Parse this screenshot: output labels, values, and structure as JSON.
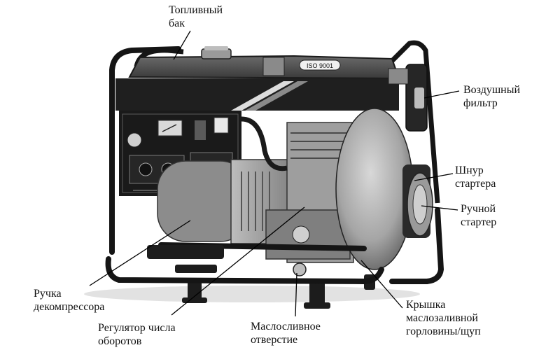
{
  "labels": {
    "fuel_tank": "Топливный\nбак",
    "air_filter": "Воздушный\nфильтр",
    "starter_cord": "Шнур\nстартера",
    "manual_starter": "Ручной\nстартер",
    "decompressor_handle": "Ручка\nдекомпрессора",
    "speed_regulator": "Регулятор числа\nоборотов",
    "oil_drain": "Маслосливное\nотверстие",
    "oil_filler_cap": "Крышка\nмаслозаливной\nгорловины/щуп"
  },
  "panel": {
    "iso_badge": "ISO 9001"
  },
  "colors": {
    "frame": "#151515",
    "body": "#2b2b2b",
    "engine": "#9a9a9a",
    "leader": "#000000"
  }
}
